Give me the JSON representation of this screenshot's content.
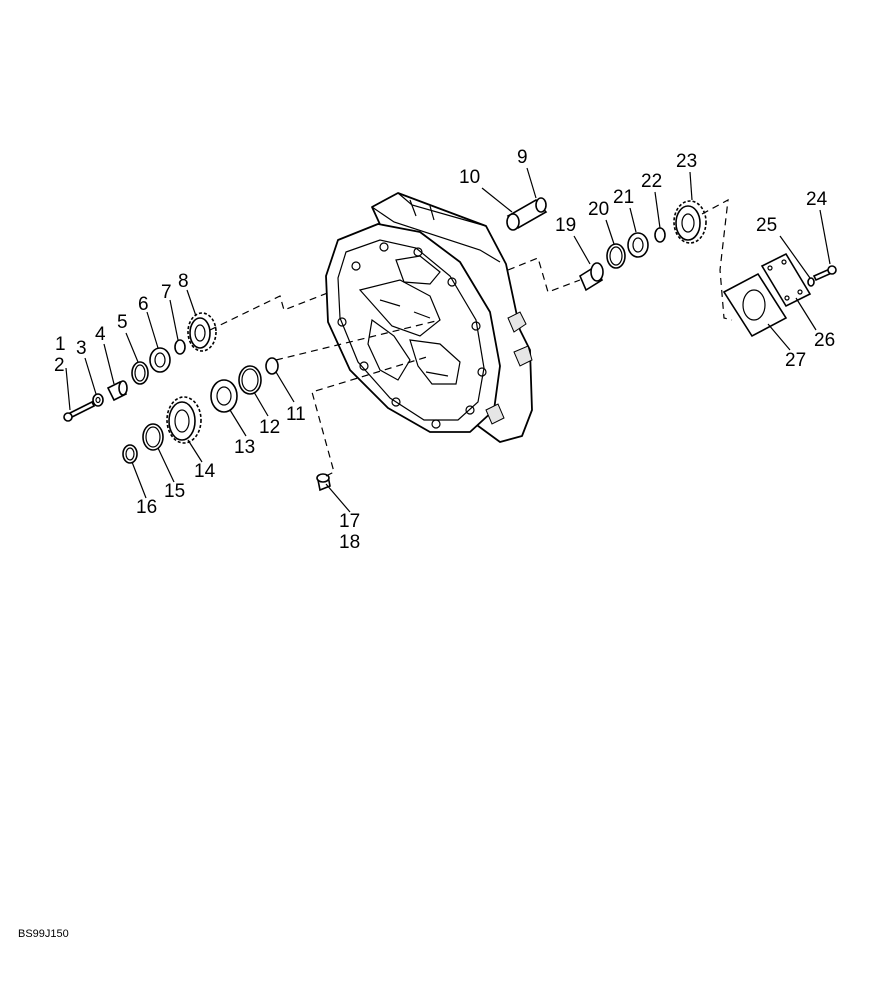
{
  "diagram": {
    "reference_code": "BS99J150",
    "callouts": [
      "1",
      "2",
      "3",
      "4",
      "5",
      "6",
      "7",
      "8",
      "9",
      "10",
      "11",
      "12",
      "13",
      "14",
      "15",
      "16",
      "17",
      "18",
      "19",
      "20",
      "21",
      "22",
      "23",
      "24",
      "25",
      "26",
      "27"
    ]
  }
}
